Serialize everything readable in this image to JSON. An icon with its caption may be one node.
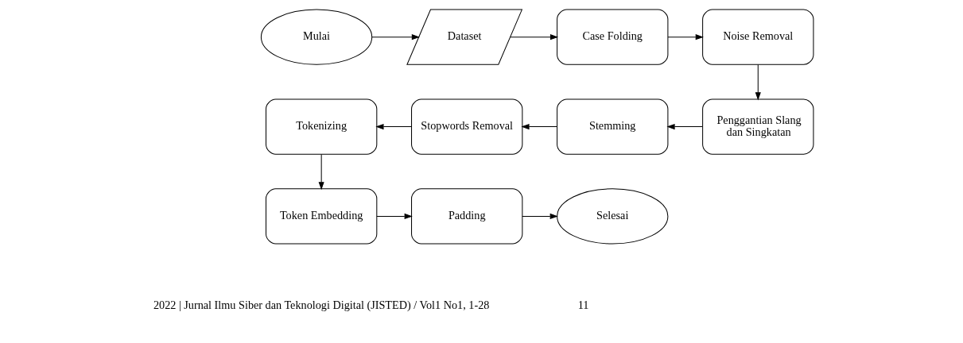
{
  "diagram": {
    "nodes": [
      {
        "text": [
          "Mulai"
        ]
      },
      {
        "text": [
          "Dataset"
        ]
      },
      {
        "text": [
          "Case Folding"
        ]
      },
      {
        "text": [
          "Noise Removal"
        ]
      },
      {
        "text": [
          "Penggantian Slang dan Singkatan"
        ]
      },
      {
        "text": [
          "Stemming"
        ]
      },
      {
        "text": [
          "Stopwords Removal"
        ]
      },
      {
        "text": [
          "Tokenizing"
        ]
      },
      {
        "text": [
          "Token Embedding"
        ]
      },
      {
        "text": [
          "Padding"
        ]
      },
      {
        "text": [
          "Selesai"
        ]
      }
    ],
    "edges": [
      {
        "from": 0,
        "to": 1,
        "arrow": "to"
      },
      {
        "from": 1,
        "to": 2,
        "arrow": "to"
      },
      {
        "from": 2,
        "to": 3,
        "arrow": "to"
      },
      {
        "from": 3,
        "to": 4,
        "arrow": "to"
      },
      {
        "from": 4,
        "to": 5,
        "arrow": "to"
      },
      {
        "from": 5,
        "to": 6,
        "arrow": "to"
      },
      {
        "from": 6,
        "to": 7,
        "arrow": "to"
      },
      {
        "from": 7,
        "to": 8,
        "arrow": "to"
      },
      {
        "from": 8,
        "to": 9,
        "arrow": "to"
      },
      {
        "from": 9,
        "to": 10,
        "arrow": "to"
      }
    ],
    "labels": [
      "2022 | Jurnal Ilmu Siber dan Teknologi Digital (JISTED) / Vol1 No1, 1-28",
      "11"
    ]
  }
}
